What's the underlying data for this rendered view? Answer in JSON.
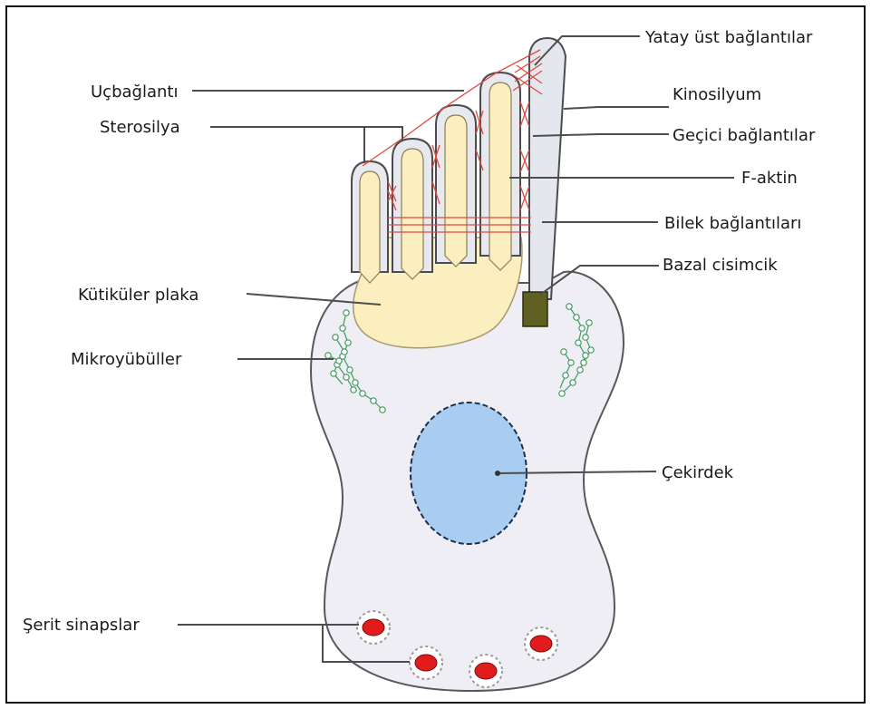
{
  "labels": {
    "yatay_ust": "Yatay üst bağlantılar",
    "ucbaglanti": "Uçbağlantı",
    "kinosilyum": "Kinosilyum",
    "sterosilya": "Sterosilya",
    "gecici": "Geçici bağlantılar",
    "faktin": "F-aktin",
    "bilek": "Bilek bağlantıları",
    "bazal": "Bazal cisimcik",
    "kutikuler": "Kütiküler plaka",
    "mikroyubuller": "Mikroyübüller",
    "cekirdek": "Çekirdek",
    "serit": "Şerit sinapslar"
  },
  "colors": {
    "cell_fill": "#eeeef4",
    "cell_stroke": "#57575c",
    "cuticular_plate": "#fbefbf",
    "stereocilia": "#fbefbf",
    "kinocilium": "#e4e7ee",
    "basal_body": "#606023",
    "nucleus": "#a9cdf0",
    "links": "#e04a3f",
    "microtubules": "#3e9c5c",
    "synapse": "#e01c1c",
    "leader_line": "#4d4d4d"
  }
}
